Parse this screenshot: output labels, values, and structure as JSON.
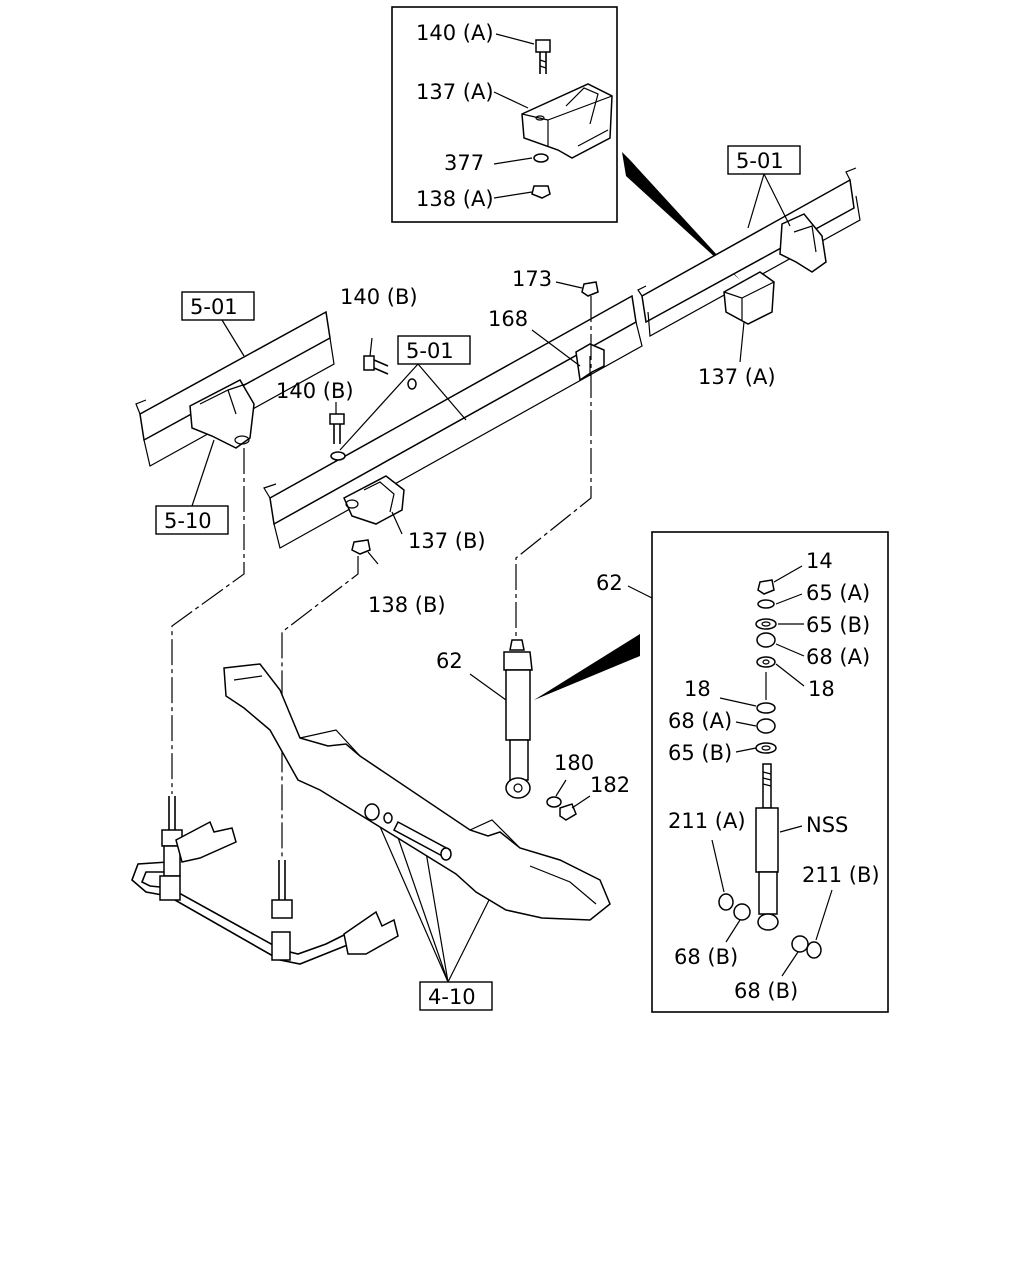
{
  "inset_top": {
    "labels": [
      "140 (A)",
      "137 (A)",
      "377",
      "138 (A)"
    ]
  },
  "refs": {
    "frame_right": "5-01",
    "frame_left": "5-01",
    "frame_mid": "5-01",
    "bracket": "5-10",
    "axle": "4-10"
  },
  "main_labels": {
    "l173": "173",
    "l168": "168",
    "l137a": "137 (A)",
    "l140b_1": "140 (B)",
    "l140b_2": "140 (B)",
    "l137b": "137 (B)",
    "l138b": "138 (B)",
    "l62_main": "62",
    "l62_inset": "62",
    "l180": "180",
    "l182": "182"
  },
  "inset_shock": {
    "l14": "14",
    "l65a": "65 (A)",
    "l65b_top": "65 (B)",
    "l68a_top": "68 (A)",
    "l18_right": "18",
    "l18_left": "18",
    "l68a_left": "68 (A)",
    "l65b_left": "65 (B)",
    "l211a": "211 (A)",
    "lnss": "NSS",
    "l211b": "211 (B)",
    "l68b_1": "68 (B)",
    "l68b_2": "68 (B)"
  }
}
